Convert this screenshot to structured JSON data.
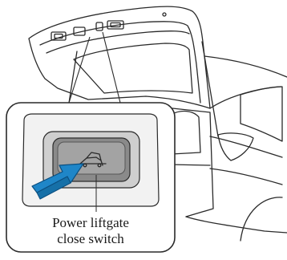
{
  "figure": {
    "subject": "power liftgate close switch location",
    "colors": {
      "line": "#2a2a2a",
      "switch_body": "#8a8a8a",
      "switch_face": "#9e9e9e",
      "switch_bezel": "#cfcfcf",
      "arrow_fill": "#1f86c8",
      "arrow_stroke": "#0b4f80",
      "background": "#ffffff"
    },
    "icons": [
      "liftgate-icon",
      "press-arrow-icon"
    ]
  },
  "callout": {
    "label_line1": "Power liftgate",
    "label_line2": "close switch"
  }
}
